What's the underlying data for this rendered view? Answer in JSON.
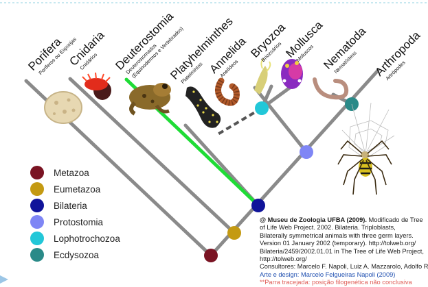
{
  "colors": {
    "metazoa": "#7a1423",
    "eumetazoa": "#c49a12",
    "bilateria": "#10149a",
    "protostomia": "#7f86f5",
    "lophotrochozoa": "#22c7d8",
    "ecdysozoa": "#2a8a88",
    "branch": "#8a8a8a",
    "highlight": "#1fdc36"
  },
  "taxa": [
    {
      "name": "Porifera",
      "common": "Poríferos ou Esponjas",
      "icon": "sponge-icon"
    },
    {
      "name": "Cnidaria",
      "common": "Cnidários",
      "icon": "sea-anemone-icon"
    },
    {
      "name": "Deuterostomia",
      "common": "Deuterostomados",
      "common2": "(Equinodermos e Vertebrados)",
      "icon": "frog-icon"
    },
    {
      "name": "Platyhelminthes",
      "common": "Platelmintos",
      "icon": "flatworm-icon"
    },
    {
      "name": "Annelida",
      "common": "Anelídeos",
      "icon": "segmented-worm-icon"
    },
    {
      "name": "Bryozoa",
      "common": "Briozoários",
      "icon": "bryozoan-icon"
    },
    {
      "name": "Mollusca",
      "common": "Moluscos",
      "icon": "nudibranch-icon"
    },
    {
      "name": "Nematoda",
      "common": "Nematódeos",
      "icon": "roundworm-icon"
    },
    {
      "name": "Arthropoda",
      "common": "Artrópodes",
      "icon": "spider-icon"
    }
  ],
  "legend": [
    {
      "label": "Metazoa",
      "color": "#7a1423"
    },
    {
      "label": "Eumetazoa",
      "color": "#c49a12"
    },
    {
      "label": "Bilateria",
      "color": "#10149a"
    },
    {
      "label": "Protostomia",
      "color": "#7f86f5"
    },
    {
      "label": "Lophotrochozoa",
      "color": "#22c7d8"
    },
    {
      "label": "Ecdysozoa",
      "color": "#2a8a88"
    }
  ],
  "credit": {
    "title": "@ Museu de Zoologia UFBA (2009).",
    "line1_rest": " Modificado de Tree",
    "line2": "of Life Web Project. 2002. Bilateria. Triploblasts,",
    "line3": "Bilaterally symmetrical animals with three germ layers.",
    "line4": "Version 01 January 2002 (temporary). http://tolweb.org/",
    "line5": "Bilateria/2459/2002.01.01  in The Tree of Life Web Project,",
    "line6": "http://tolweb.org/",
    "line7": "Consultores: Marcelo F. Napoli, Luiz A. Mazzarolo, Adolfo R. Ca",
    "line8": "Arte e design: Marcelo Felgueiras Napoli (2009)",
    "line9": "**Parra tracejada: posição filogenética não conclusiva"
  }
}
